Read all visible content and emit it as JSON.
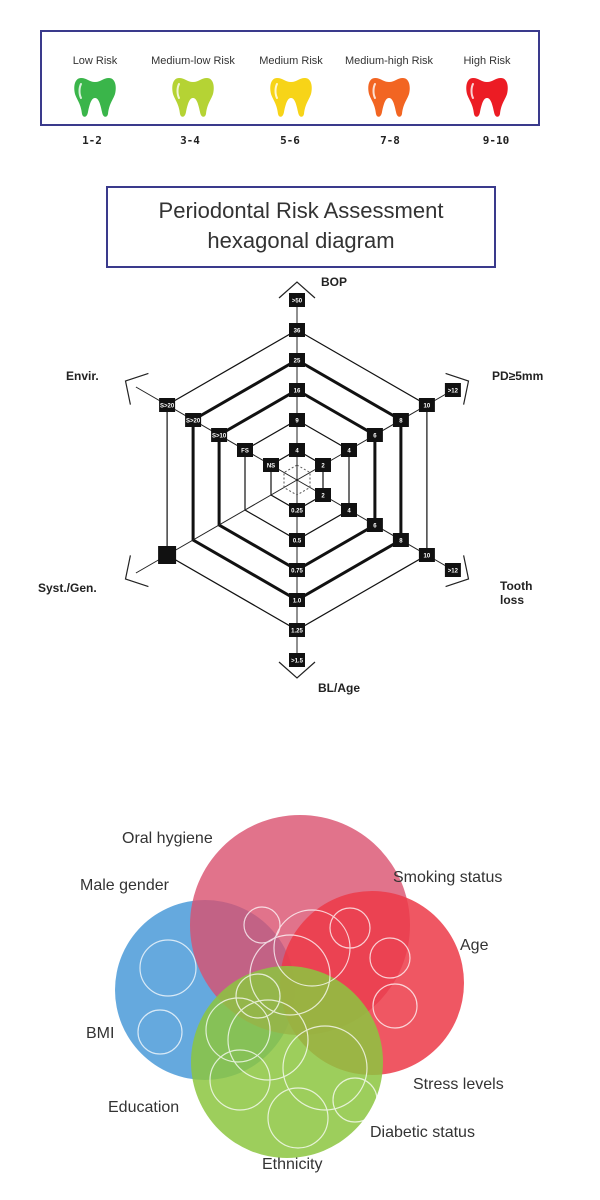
{
  "risk_legend": {
    "items": [
      {
        "label": "Low Risk",
        "range": "1-2",
        "color": "#3ab54a"
      },
      {
        "label": "Medium-low Risk",
        "range": "3-4",
        "color": "#b5d334"
      },
      {
        "label": "Medium Risk",
        "range": "5-6",
        "color": "#f7d418"
      },
      {
        "label": "Medium-high Risk",
        "range": "7-8",
        "color": "#f26522"
      },
      {
        "label": "High Risk",
        "range": "9-10",
        "color": "#ec1c24"
      }
    ]
  },
  "hexagon": {
    "title_line1": "Periodontal Risk Assessment",
    "title_line2": "hexagonal diagram",
    "axes": {
      "bop": {
        "label": "BOP",
        "ticks": [
          "4",
          "9",
          "16",
          "25",
          "36",
          ">50"
        ]
      },
      "pd": {
        "label": "PD≥5mm",
        "ticks": [
          "2",
          "4",
          "6",
          "8",
          "10",
          ">12"
        ]
      },
      "tooth_loss": {
        "label_line1": "Tooth",
        "label_line2": "loss",
        "ticks": [
          "2",
          "4",
          "6",
          "8",
          "10",
          ">12"
        ]
      },
      "bl_age": {
        "label": "BL/Age",
        "ticks": [
          "0.25",
          "0.5",
          "0.75",
          "1.0",
          "1.25",
          ">1.5"
        ]
      },
      "syst_gen": {
        "label": "Syst./Gen.",
        "ticks": []
      },
      "envir": {
        "label": "Envir.",
        "ticks": [
          "NS",
          "FS",
          "S>10",
          "S>20",
          "S>20"
        ]
      }
    }
  },
  "venn": {
    "labels": {
      "oral_hygiene": "Oral hygiene",
      "smoking_status": "Smoking status",
      "male_gender": "Male gender",
      "age": "Age",
      "bmi": "BMI",
      "stress_levels": "Stress levels",
      "education": "Education",
      "diabetic_status": "Diabetic status",
      "ethnicity": "Ethnicity"
    },
    "colors": {
      "pink": "#d9506e",
      "blue": "#4a9ad8",
      "red": "#ec3a48",
      "green": "#8cc63f"
    }
  }
}
